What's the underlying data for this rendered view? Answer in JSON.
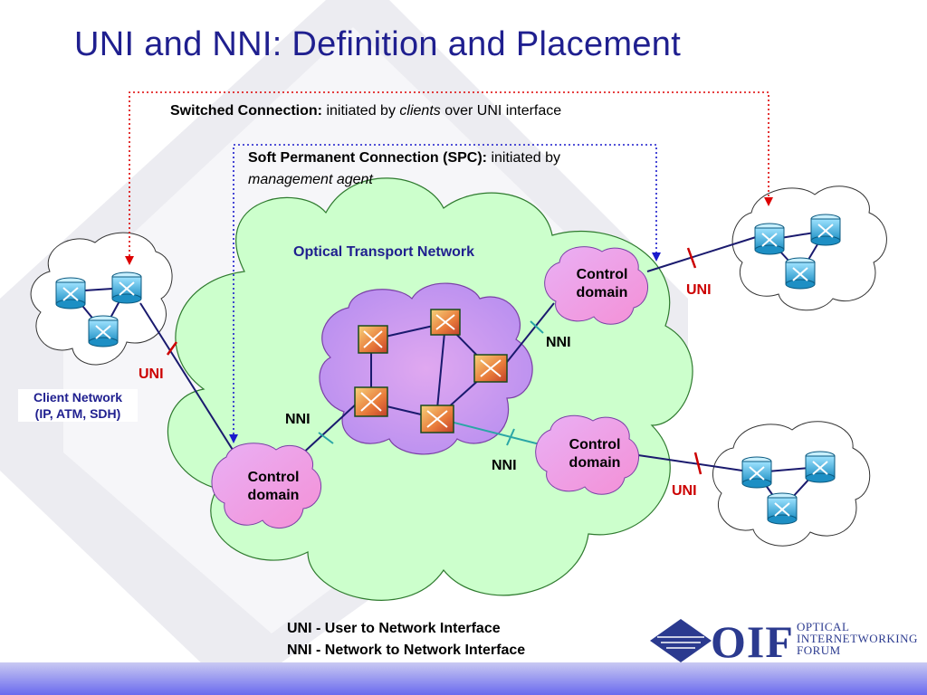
{
  "title": "UNI and NNI: Definition and Placement",
  "switched_connection": {
    "label": "Switched Connection:",
    "text_before": "initiated by",
    "emphasis": "clients",
    "text_after": "over UNI interface"
  },
  "spc": {
    "label": "Soft Permanent Connection (SPC):",
    "text": "initiated by",
    "emphasis": "management agent"
  },
  "optical_transport_network": "Optical Transport Network",
  "control_domain_line1": "Control",
  "control_domain_line2": "domain",
  "client_network": {
    "line1": "Client Network",
    "line2": "(IP, ATM, SDH)"
  },
  "uni": "UNI",
  "nni": "NNI",
  "legend": {
    "uni_def": "UNI - User to Network Interface",
    "nni_def": "NNI - Network to Network Interface"
  },
  "logo": {
    "mark": "OIF",
    "line1": "OPTICAL",
    "line2": "INTERNETWORKING",
    "line3": "FORUM"
  },
  "colors": {
    "title": "#1f1f8f",
    "otn_cloud": "#ccffcc",
    "core_cloud": "#c9a0ee",
    "control_cloud": "#f5a6e6",
    "switched_line": "#dd0000",
    "spc_line": "#1a1acc",
    "uni_label": "#cc0000",
    "link": "#1a1a6e"
  }
}
